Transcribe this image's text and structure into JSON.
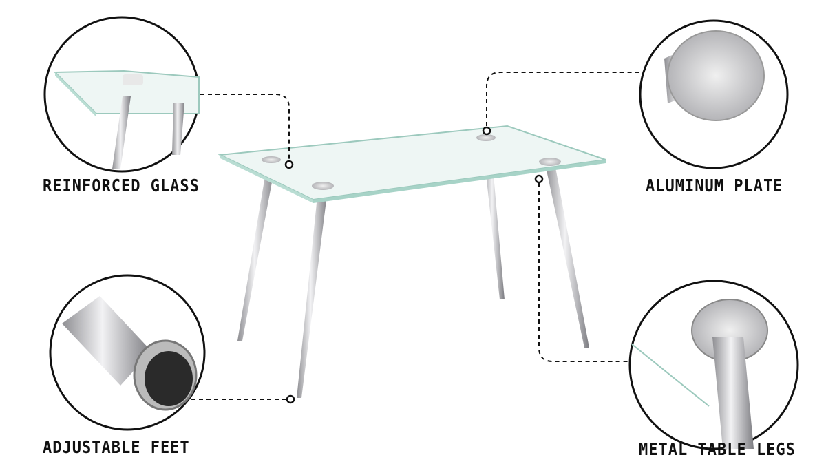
{
  "callouts": {
    "top_left": {
      "label": "REINFORCED GLASS"
    },
    "top_right": {
      "label": "ALUMINUM PLATE"
    },
    "bottom_left": {
      "label": "ADJUSTABLE FEET"
    },
    "bottom_right": {
      "label": "METAL TABLE LEGS"
    }
  },
  "colors": {
    "line": "#111111",
    "glass": "#e6f2ef",
    "glass_edge": "#9cc9bd",
    "metal": "#b8b8bc"
  }
}
